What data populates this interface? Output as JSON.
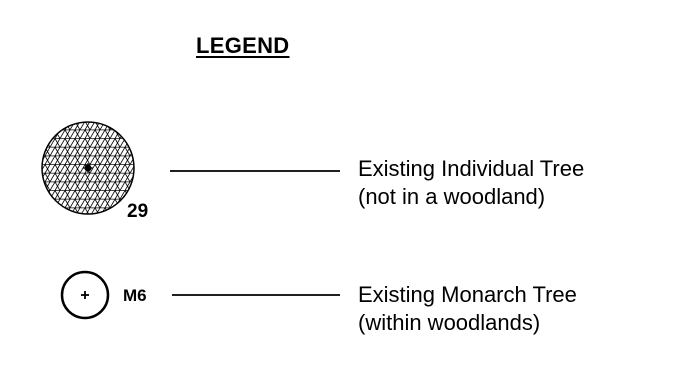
{
  "legend": {
    "title": "LEGEND",
    "entries": [
      {
        "symbol": "hatched-circle-with-cross",
        "tag": "29",
        "description_line1": "Existing Individual Tree",
        "description_line2": "(not in a woodland)"
      },
      {
        "symbol": "open-circle-with-cross",
        "tag": "M6",
        "description_line1": "Existing Monarch Tree",
        "description_line2": "(within woodlands)"
      }
    ]
  },
  "colors": {
    "line": "#000000",
    "background": "#ffffff"
  }
}
